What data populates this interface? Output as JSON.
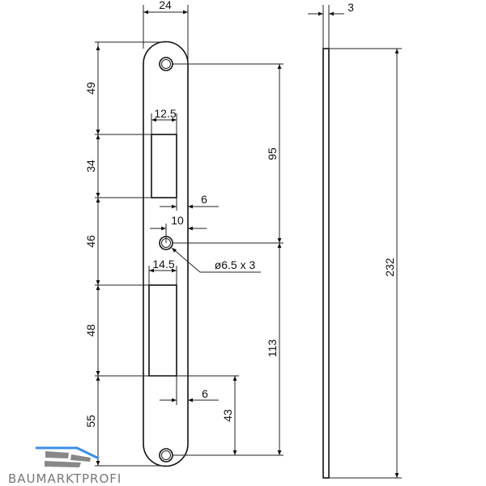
{
  "drawing": {
    "front_view": {
      "width_label": "24",
      "left_dims": [
        "49",
        "34",
        "46",
        "48",
        "55"
      ],
      "upper_cutout_width": "12.5",
      "upper_cutout_offset": "6",
      "hole_offset": "10",
      "hole_spec": "ø6.5 x 3",
      "lower_cutout_width": "14.5",
      "lower_cutout_offset": "6",
      "hole_spacing_upper": "95",
      "hole_spacing_lower": "113",
      "lower_cutout_to_hole": "43"
    },
    "side_view": {
      "thickness_label": "3",
      "length_label": "232"
    }
  },
  "logo": {
    "text": "BAUMARKTPROFI",
    "accent_color": "#3a8ee6"
  }
}
